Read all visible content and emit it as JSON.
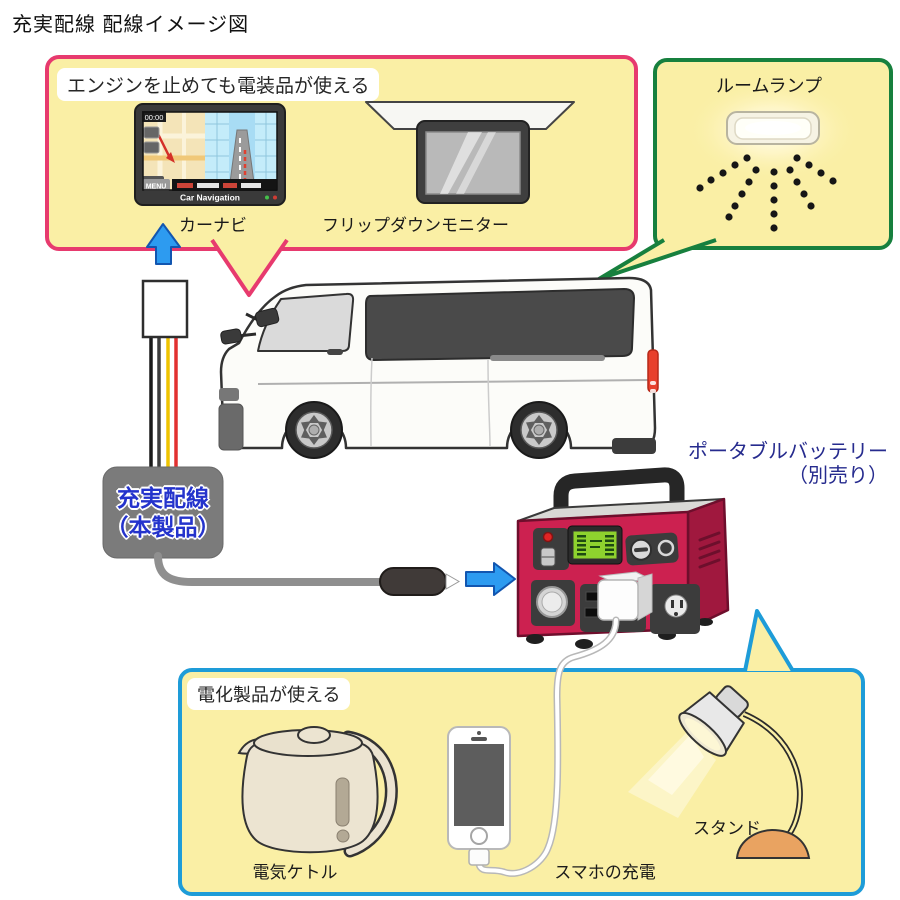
{
  "title": "充実配線 配線イメージ図",
  "engine_box": {
    "caption": "エンジンを止めても電装品が使える",
    "car_nav_label": "カーナビ",
    "monitor_label": "フリップダウンモニター",
    "nav_screen": {
      "clock": "00:00",
      "menu": "MENU",
      "brand": "Car Navigation"
    }
  },
  "room_lamp_box": {
    "caption": "ルームランプ"
  },
  "product_label": {
    "line1": "充実配線",
    "line2": "（本製品）"
  },
  "battery_label": {
    "line1": "ポータブルバッテリー",
    "line2": "（別売り）"
  },
  "appliance_box": {
    "caption": "電化製品が使える",
    "kettle_label": "電気ケトル",
    "phone_label": "スマホの充電",
    "stand_label": "スタンド"
  },
  "colors": {
    "panel_fill": "#FAEFA5",
    "engine_box_border": "#E73A6E",
    "room_lamp_box_border": "#17803E",
    "appliance_box_border": "#1E9CD8",
    "arrow_blue": "#2D9BF0",
    "battery_body_red": "#CC2150",
    "product_box_gray": "#7B7B7B",
    "product_text_blue": "#2433CC",
    "battery_label_navy": "#262B8E"
  }
}
